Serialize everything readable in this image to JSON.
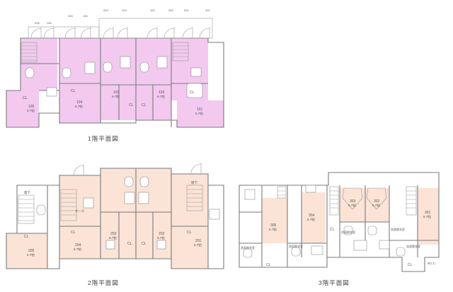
{
  "captions": {
    "floor1": "1階平面図",
    "floor2": "2階平面図",
    "floor3": "3階平面図"
  },
  "colors": {
    "floor1_unit": "#f3c9f0",
    "floor2_unit": "#fbe3d6",
    "floor3_unit": "#fbe3d6",
    "wall": "#7a7a7a"
  },
  "floor1": {
    "door_numbers": [
      "205",
      "105",
      "204",
      "104",
      "203",
      "103",
      "102",
      "202",
      "201",
      "101"
    ],
    "units": [
      {
        "no": "105",
        "size": "6.7帖"
      },
      {
        "no": "104",
        "size": "6.7帖"
      },
      {
        "no": "103",
        "size": "6.7帖"
      },
      {
        "no": "102",
        "size": "6.7帖"
      },
      {
        "no": "101",
        "size": "6.7帖"
      }
    ]
  },
  "floor2": {
    "units": [
      {
        "no": "205",
        "size": "6.7帖"
      },
      {
        "no": "204",
        "size": "6.7帖"
      },
      {
        "no": "203",
        "size": "6.7帖"
      },
      {
        "no": "202",
        "size": "6.7帖"
      },
      {
        "no": "201",
        "size": "6.7帖"
      }
    ],
    "labels": {
      "hall": "ホール",
      "stair": "階下"
    }
  },
  "floor3": {
    "units": [
      {
        "no": "305",
        "size": "6.7帖"
      },
      {
        "no": "304",
        "size": "6.7帖"
      },
      {
        "no": "303",
        "size": "6.7帖"
      },
      {
        "no": "302",
        "size": "6.7帖"
      },
      {
        "no": "301",
        "size": "6.7帖"
      }
    ],
    "labels": {
      "wash": "洗面脱衣室",
      "wic": "W.I.C"
    }
  },
  "common": {
    "closet": "CL"
  }
}
